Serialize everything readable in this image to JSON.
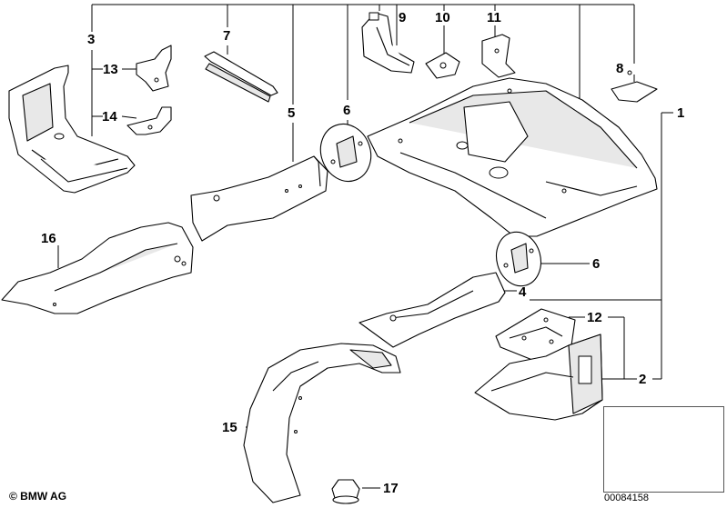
{
  "diagram": {
    "callouts": {
      "c1": "1",
      "c2": "2",
      "c3": "3",
      "c4": "4",
      "c5": "5",
      "c6a": "6",
      "c6b": "6",
      "c7": "7",
      "c8": "8",
      "c9": "9",
      "c10": "10",
      "c11": "11",
      "c12": "12",
      "c13": "13",
      "c14": "14",
      "c15": "15",
      "c16": "16",
      "c17": "17"
    },
    "copyright": "© BMW AG",
    "image_number": "00084158"
  }
}
